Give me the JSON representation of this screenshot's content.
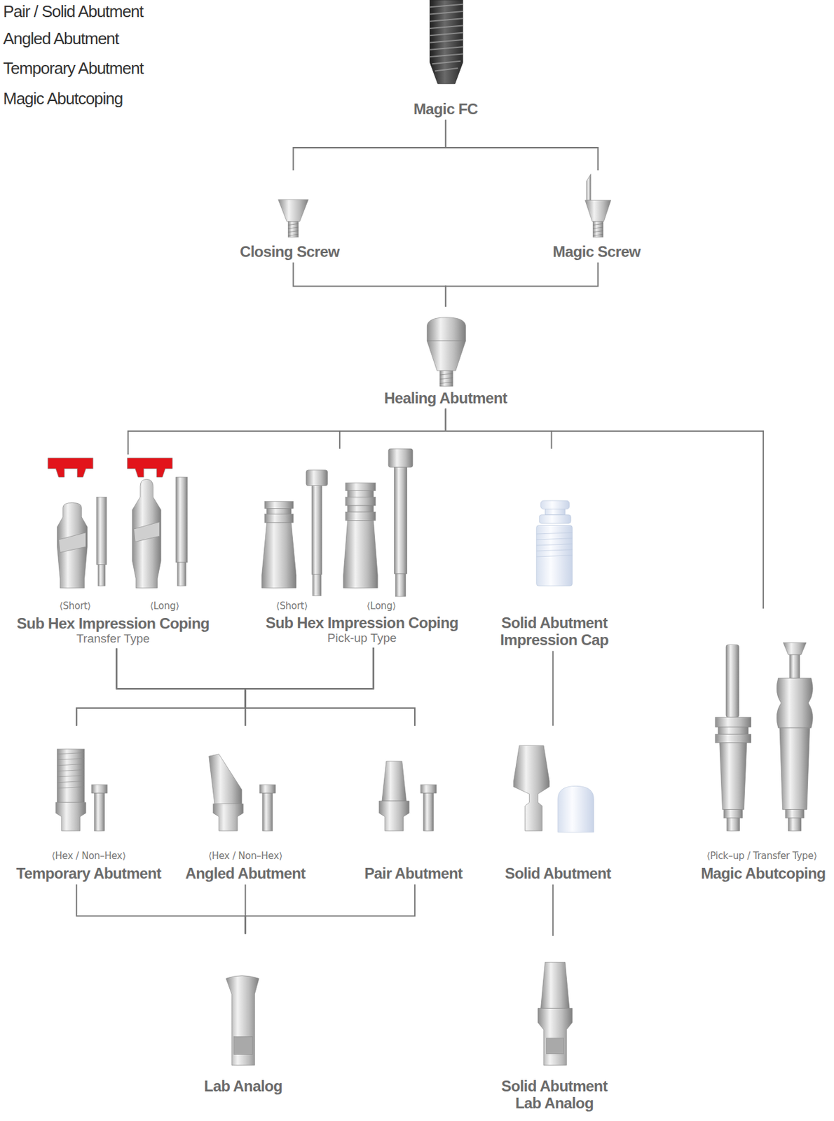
{
  "diagram": {
    "nodes": [
      {
        "text": [
          "Magic FC"
        ]
      },
      {
        "text": [
          "Closing Screw"
        ]
      },
      {
        "text": [
          "Magic Screw"
        ]
      },
      {
        "text": [
          "Healing Abutment"
        ]
      },
      {
        "text": [
          "Sub Hex Impression Coping",
          "Transfer Type"
        ]
      },
      {
        "text": [
          "Sub Hex Impression Coping",
          "Pick-up Type"
        ]
      },
      {
        "text": [
          "Solid Abutment Impression Cap"
        ]
      },
      {
        "text": [
          "Temporary Abutment"
        ]
      },
      {
        "text": [
          "Angled Abutment"
        ]
      },
      {
        "text": [
          "Pair Abutment"
        ]
      },
      {
        "text": [
          "Solid Abutment"
        ]
      },
      {
        "text": [
          "Magic Abutcoping"
        ]
      },
      {
        "text": [
          "Lab Analog"
        ]
      },
      {
        "text": [
          "Solid Abutment Lab Analog"
        ]
      }
    ],
    "edges": [
      {
        "from": 0,
        "to": 1,
        "arrow": "none"
      },
      {
        "from": 0,
        "to": 2,
        "arrow": "none"
      },
      {
        "from": 1,
        "to": 3,
        "arrow": "none"
      },
      {
        "from": 2,
        "to": 3,
        "arrow": "none"
      },
      {
        "from": 3,
        "to": 4,
        "arrow": "none"
      },
      {
        "from": 3,
        "to": 5,
        "arrow": "none"
      },
      {
        "from": 3,
        "to": 6,
        "arrow": "none"
      },
      {
        "from": 3,
        "to": 11,
        "arrow": "none"
      },
      {
        "from": 4,
        "to": 7,
        "arrow": "none"
      },
      {
        "from": 4,
        "to": 8,
        "arrow": "none"
      },
      {
        "from": 4,
        "to": 9,
        "arrow": "none"
      },
      {
        "from": 5,
        "to": 7,
        "arrow": "none"
      },
      {
        "from": 5,
        "to": 8,
        "arrow": "none"
      },
      {
        "from": 5,
        "to": 9,
        "arrow": "none"
      },
      {
        "from": 6,
        "to": 10,
        "arrow": "none"
      },
      {
        "from": 7,
        "to": 12,
        "arrow": "none"
      },
      {
        "from": 8,
        "to": 12,
        "arrow": "none"
      },
      {
        "from": 9,
        "to": 12,
        "arrow": "none"
      },
      {
        "from": 10,
        "to": 13,
        "arrow": "none"
      }
    ],
    "labels": [
      "Pair / Solid Abutment",
      "Angled Abutment",
      "Temporary Abutment",
      "Magic Abutcoping",
      "⟨Short⟩",
      "⟨Long⟩",
      "⟨Short⟩",
      "⟨Long⟩",
      "⟨Hex / Non–Hex⟩",
      "⟨Hex / Non–Hex⟩",
      "⟨Pick–up / Transfer Type⟩"
    ]
  }
}
